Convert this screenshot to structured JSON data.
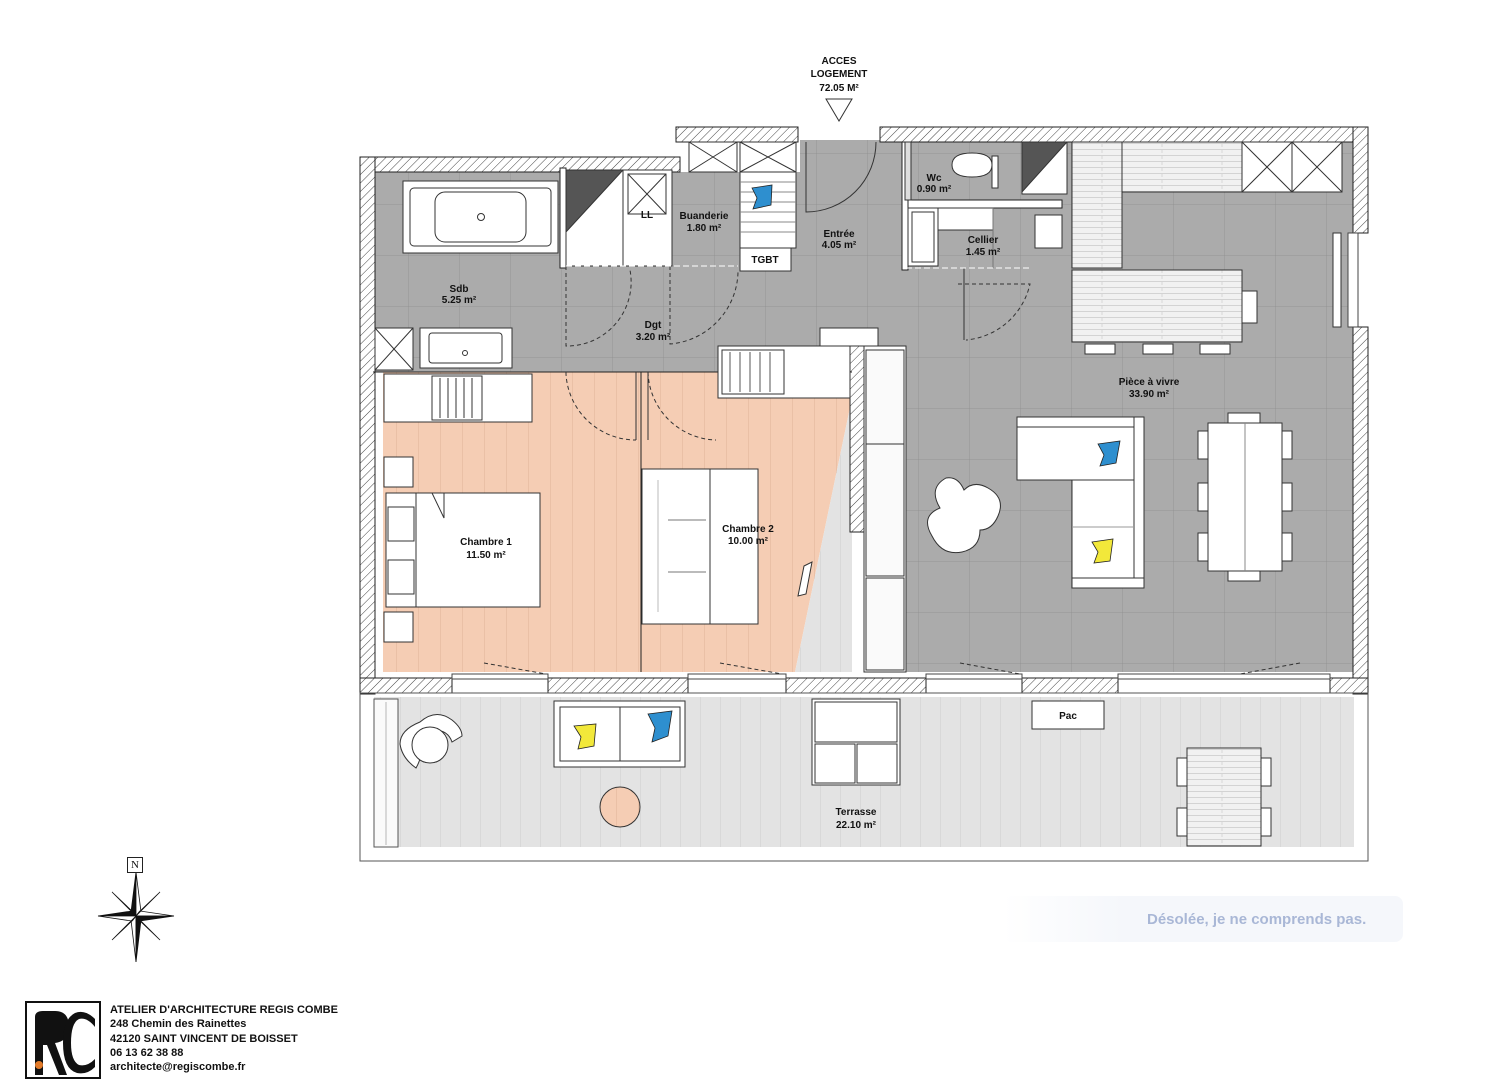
{
  "plan": {
    "access": {
      "line1": "ACCES",
      "line2": "LOGEMENT",
      "area": "72.05 M²"
    },
    "rooms": [
      {
        "key": "sdb",
        "name": "Sdb",
        "area": "5.25 m²"
      },
      {
        "key": "buanderie",
        "name": "Buanderie",
        "area": "1.80 m²"
      },
      {
        "key": "entree",
        "name": "Entrée",
        "area": "4.05 m²"
      },
      {
        "key": "wc",
        "name": "Wc",
        "area": "0.90 m²"
      },
      {
        "key": "cellier",
        "name": "Cellier",
        "area": "1.45 m²"
      },
      {
        "key": "dgt",
        "name": "Dgt",
        "area": "3.20 m²"
      },
      {
        "key": "piece",
        "name": "Pièce à vivre",
        "area": "33.90 m²"
      },
      {
        "key": "chambre1",
        "name": "Chambre 1",
        "area": "11.50 m²"
      },
      {
        "key": "chambre2",
        "name": "Chambre 2",
        "area": "10.00 m²"
      },
      {
        "key": "terrasse",
        "name": "Terrasse",
        "area": "22.10 m²"
      }
    ],
    "equipment": {
      "ll": "LL",
      "tgbt": "TGBT",
      "pac": "Pac"
    },
    "colors": {
      "floor_grey": "#a9a9a9",
      "bedroom_floor": "#f5cdb4",
      "terrace": "#e2e2e2",
      "cushion_blue": "#2e8fcf",
      "cushion_yellow": "#f2e83a"
    },
    "compass": "N"
  },
  "assistant_message": "Désolée, je ne comprends pas.",
  "footer": {
    "firm": "ATELIER D'ARCHITECTURE REGIS COMBE",
    "address1": "248 Chemin des Rainettes",
    "address2": "42120 SAINT VINCENT DE BOISSET",
    "phone": "06 13 62 38 88",
    "email": "architecte@regiscombe.fr"
  }
}
